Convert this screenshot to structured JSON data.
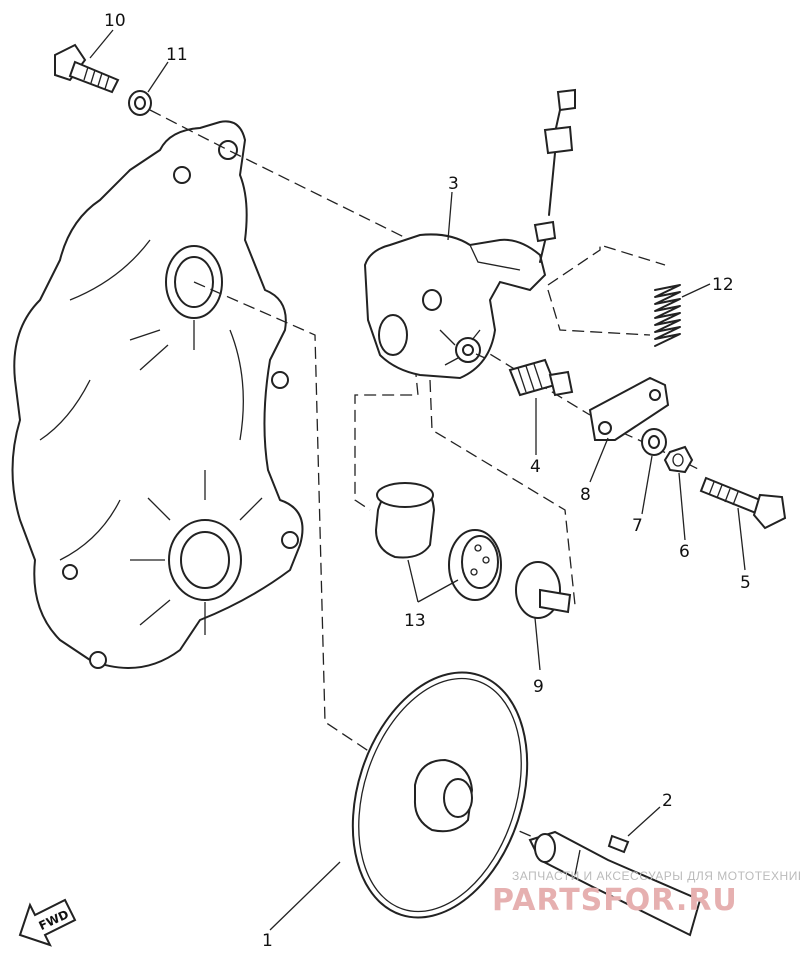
{
  "callouts": [
    {
      "id": "1",
      "label": "1"
    },
    {
      "id": "2",
      "label": "2"
    },
    {
      "id": "3",
      "label": "3"
    },
    {
      "id": "4",
      "label": "4"
    },
    {
      "id": "5",
      "label": "5"
    },
    {
      "id": "6",
      "label": "6"
    },
    {
      "id": "7",
      "label": "7"
    },
    {
      "id": "8",
      "label": "8"
    },
    {
      "id": "9",
      "label": "9"
    },
    {
      "id": "10",
      "label": "10"
    },
    {
      "id": "11",
      "label": "11"
    },
    {
      "id": "12",
      "label": "12"
    },
    {
      "id": "13",
      "label": "13"
    }
  ],
  "direction_arrow": {
    "label": "FWD"
  },
  "watermark": {
    "tagline": "ЗАПЧАСТИ И АКСЕССУАРЫ ДЛЯ МОТОТЕХНИКИ",
    "brand": "PARTSFOR.RU",
    "color": "#e6b0b0"
  }
}
